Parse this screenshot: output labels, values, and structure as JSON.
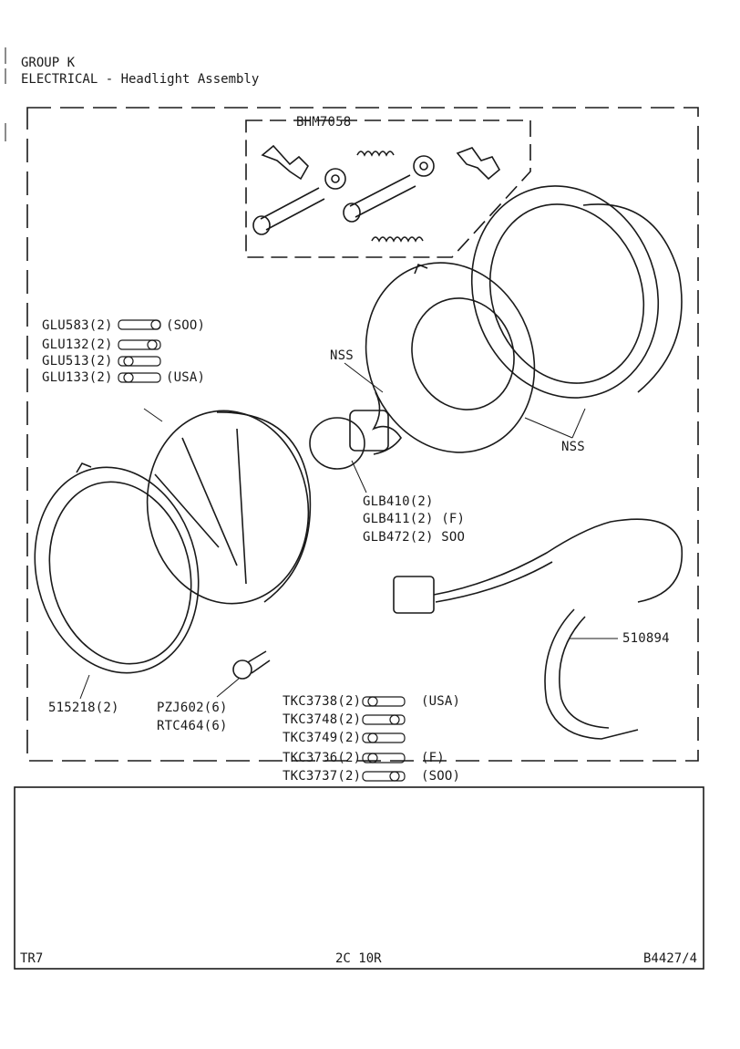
{
  "header": {
    "group": "GROUP K",
    "section": "ELECTRICAL - Headlight Assembly"
  },
  "callouts": {
    "bhm": "BHM7058",
    "glu583": "GLU583(2)",
    "glu583_note": "(SOO)",
    "glu132": "GLU132(2)",
    "glu513": "GLU513(2)",
    "glu133": "GLU133(2)",
    "glu133_note": "(USA)",
    "nss_top": "NSS",
    "nss_right": "NSS",
    "glb410": "GLB410(2)",
    "glb411": "GLB411(2) (F)",
    "glb472": "GLB472(2) SOO",
    "p510894": "510894",
    "p515218": "515218(2)",
    "pzj602": "PZJ602(6)",
    "rtc464": "RTC464(6)",
    "tkc3738": "TKC3738(2)",
    "tkc3738_note": "(USA)",
    "tkc3748": "TKC3748(2)",
    "tkc3749": "TKC3749(2)",
    "tkc3736": "TKC3736(2)",
    "tkc3736_note": "(F)",
    "tkc3737": "TKC3737(2)",
    "tkc3737_note": "(SOO)"
  },
  "footer": {
    "model": "TR7",
    "page": "2C 10R",
    "ref": "B4427/4"
  }
}
